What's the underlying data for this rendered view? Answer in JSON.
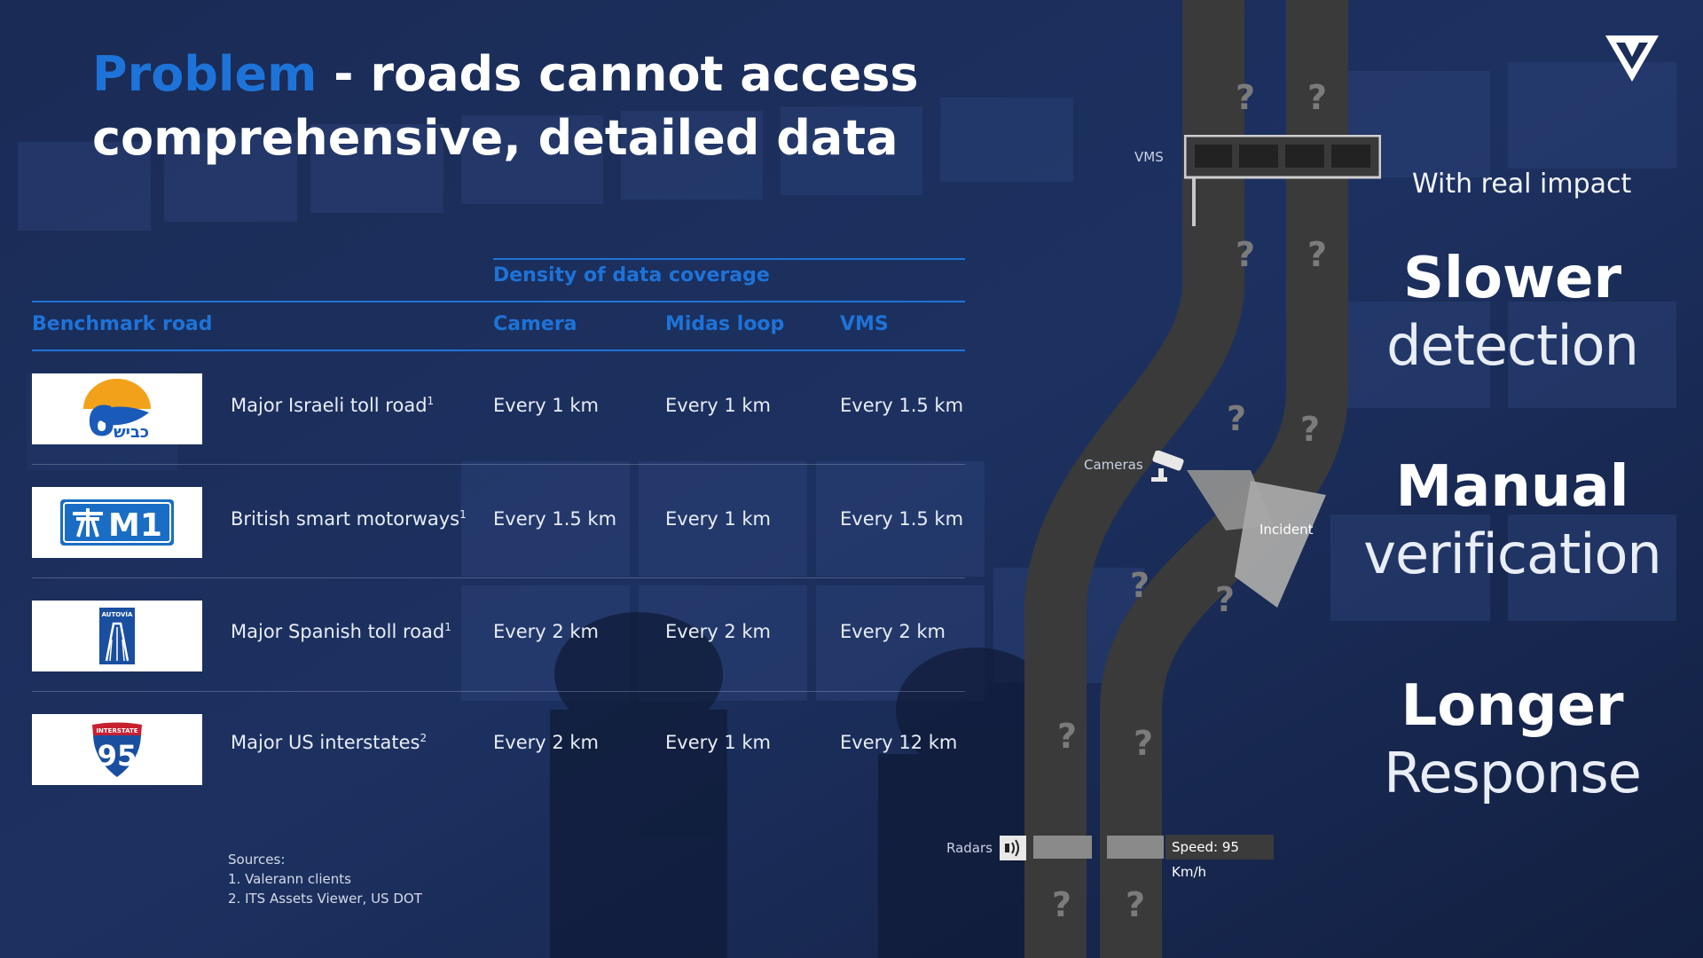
{
  "title": {
    "accent": "Problem",
    "rest": " - roads cannot access comprehensive, detailed data"
  },
  "table": {
    "group_header": "Density of data coverage",
    "col_benchmark": "Benchmark road",
    "col_camera": "Camera",
    "col_midas": "Midas loop",
    "col_vms": "VMS",
    "rows": [
      {
        "road": "Major Israeli toll road",
        "sup": "1",
        "camera": "Every 1 km",
        "midas": "Every 1 km",
        "vms": "Every 1.5 km"
      },
      {
        "road": "British smart motorways",
        "sup": "1",
        "camera": "Every 1.5 km",
        "midas": "Every 1 km",
        "vms": "Every 1.5 km"
      },
      {
        "road": "Major Spanish toll road",
        "sup": "1",
        "camera": "Every 2 km",
        "midas": "Every 2 km",
        "vms": "Every 2 km"
      },
      {
        "road": "Major US interstates",
        "sup": "2",
        "camera": "Every 2 km",
        "midas": "Every 1 km",
        "vms": "Every 12 km"
      }
    ]
  },
  "logos": {
    "israel_text": "כביש",
    "israel_number": "6",
    "uk_text": "M1",
    "spain_text": "AUTOVÍA",
    "us_top": "INTERSTATE",
    "us_number": "95"
  },
  "sources": {
    "heading": "Sources:",
    "items": [
      "1. Valerann clients",
      "2. ITS Assets Viewer, US DOT"
    ]
  },
  "diagram": {
    "vms_label": "VMS",
    "cameras_label": "Cameras",
    "incident_label": "Incident",
    "radars_label": "Radars",
    "speed_label": "Speed: 95 Km/h",
    "question_mark": "?"
  },
  "impact": {
    "heading": "With real  impact",
    "items": [
      {
        "bold": "Slower",
        "thin": "detection"
      },
      {
        "bold": "Manual",
        "thin": "verification"
      },
      {
        "bold": "Longer",
        "thin": "Response"
      }
    ]
  },
  "colors": {
    "accent": "#1e73d8",
    "background": "#14244a",
    "road": "#3a3a3a"
  },
  "icons": [
    "logo-icon",
    "camera-icon",
    "radar-icon"
  ]
}
